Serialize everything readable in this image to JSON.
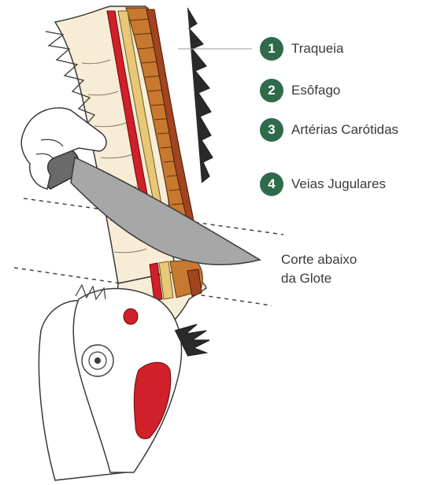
{
  "legend": [
    {
      "number": "1",
      "label": "Traqueia"
    },
    {
      "number": "2",
      "label": "Esôfago"
    },
    {
      "number": "3",
      "label": "Artérias Carótidas"
    },
    {
      "number": "4",
      "label": "Veias Jugulares"
    }
  ],
  "cut_label": {
    "line1": "Corte abaixo",
    "line2": "da Glote"
  },
  "colors": {
    "badge": "#2f6a4d",
    "trachea": "#c8792f",
    "esophagus": "#e8c777",
    "carotid": "#d0202a",
    "jugular": "#a0451f",
    "neck": "#f7edd6",
    "knife_blade": "#a7a7a7"
  },
  "icons": [
    "hand-icon",
    "knife-icon",
    "bird-head-icon",
    "eye-icon"
  ]
}
